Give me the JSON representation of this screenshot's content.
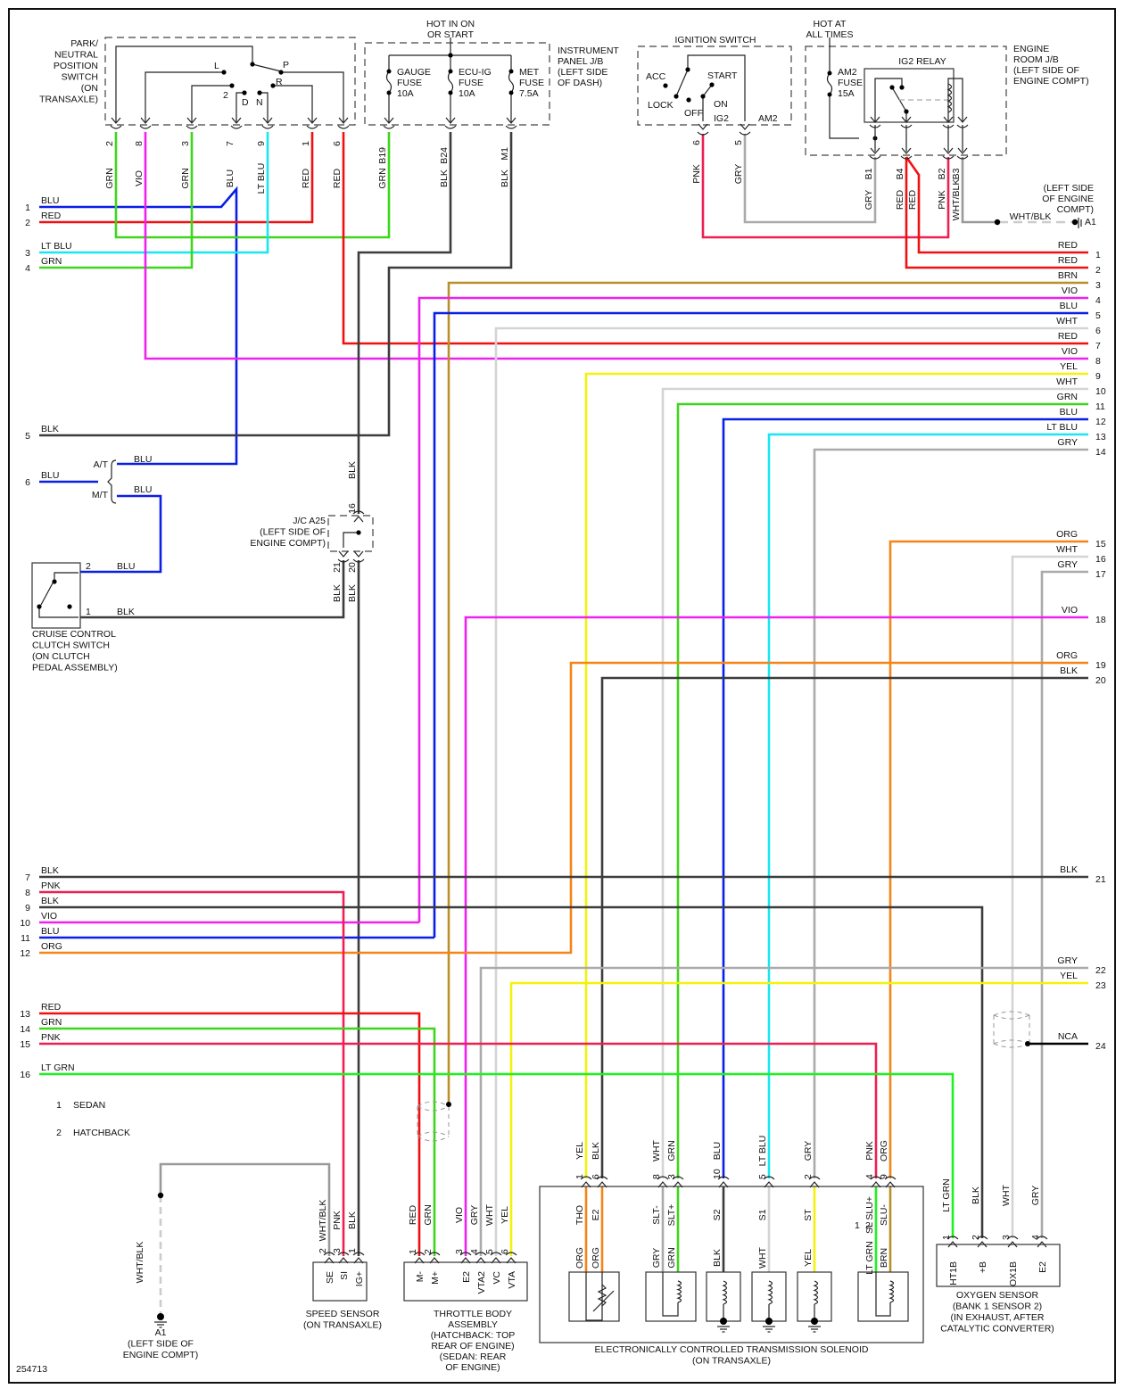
{
  "figure_id": "254713",
  "colors": {
    "BLU": "#0a1ee6",
    "RED": "#f01010",
    "GRN": "#3ed61c",
    "LT BLU": "#18e6f0",
    "VIO": "#ee22ee",
    "BRN": "#b8902a",
    "WHT": "#d4d4d4",
    "YEL": "#f2f20c",
    "BLK": "#3c3c3c",
    "GRY": "#aaaaaa",
    "PNK": "#ee1f52",
    "ORG": "#f58418",
    "LT GRN": "#1ef21e",
    "WHT/BLK": "#999999"
  },
  "components": {
    "pnp_switch": {
      "label": [
        "PARK/",
        "NEUTRAL",
        "POSITION",
        "SWITCH",
        "(ON",
        "TRANSAXLE)"
      ],
      "positions": [
        "P",
        "L",
        "R",
        "2",
        "D",
        "N"
      ]
    },
    "instrument_jb": {
      "hot": [
        "HOT IN ON",
        "OR START"
      ],
      "label": [
        "INSTRUMENT",
        "PANEL J/B",
        "(LEFT SIDE",
        "OF DASH)"
      ],
      "fuses": [
        {
          "name": [
            "GAUGE",
            "FUSE",
            "10A"
          ],
          "pin": "B19",
          "wire": "GRN"
        },
        {
          "name": [
            "ECU-IG",
            "FUSE",
            "10A"
          ],
          "pin": "B24",
          "wire": "BLK"
        },
        {
          "name": [
            "MET",
            "FUSE",
            "7.5A"
          ],
          "pin": "M1",
          "wire": "BLK"
        }
      ]
    },
    "ignition_switch": {
      "title": "IGNITION SWITCH",
      "positions": [
        "ACC",
        "START",
        "LOCK",
        "OFF",
        "ON"
      ],
      "terminals": [
        "IG2",
        "AM2"
      ]
    },
    "engine_room_jb": {
      "hot": [
        "HOT AT",
        "ALL TIMES"
      ],
      "label": [
        "ENGINE",
        "ROOM J/B",
        "(LEFT SIDE OF",
        "ENGINE COMPT)"
      ],
      "fuse": [
        "AM2",
        "FUSE",
        "15A"
      ],
      "relay": "IG2 RELAY"
    },
    "ground_a1_top": {
      "label": [
        "(LEFT SIDE",
        "OF ENGINE",
        "COMPT)"
      ],
      "wire": "WHT/BLK",
      "id": "A1"
    },
    "jc_a25": {
      "label": [
        "J/C A25",
        "(LEFT SIDE OF",
        "ENGINE COMPT)"
      ],
      "pins": [
        "16",
        "21",
        "20"
      ]
    },
    "cruise_switch": {
      "label": [
        "CRUISE CONTROL",
        "CLUTCH SWITCH",
        "(ON CLUTCH",
        "PEDAL ASSEMBLY)"
      ],
      "pins": [
        "2",
        "1"
      ],
      "wires": [
        "BLU",
        "BLK"
      ]
    },
    "at_mt": {
      "at": "A/T",
      "mt": "M/T"
    },
    "speed_sensor": {
      "label": [
        "SPEED SENSOR",
        "(ON TRANSAXLE)"
      ],
      "pins": [
        {
          "n": "2",
          "t": "SE",
          "w": "WHT/BLK"
        },
        {
          "n": "3",
          "t": "SI",
          "w": "PNK"
        },
        {
          "n": "1",
          "t": "IG+",
          "w": "BLK"
        }
      ]
    },
    "throttle_body": {
      "label": [
        "THROTTLE BODY",
        "ASSEMBLY",
        "(HATCHBACK: TOP",
        "REAR OF ENGINE)",
        "(SEDAN: REAR",
        "OF ENGINE)"
      ],
      "pins": [
        {
          "n": "1",
          "t": "M-",
          "w": "RED"
        },
        {
          "n": "2",
          "t": "M+",
          "w": "GRN"
        },
        {
          "n": "3",
          "t": "E2",
          "w": "VIO"
        },
        {
          "n": "4",
          "t": "VTA2",
          "w": "GRY"
        },
        {
          "n": "5",
          "t": "VC",
          "w": "WHT"
        },
        {
          "n": "6",
          "t": "VTA",
          "w": "YEL"
        }
      ]
    },
    "ect_solenoid": {
      "label": [
        "ELECTRONICALLY CONTROLLED TRANSMISSION SOLENOID",
        "(ON TRANSAXLE)"
      ],
      "pins": [
        {
          "n": "1",
          "w": "YEL",
          "t": "THO",
          "iw": "ORG"
        },
        {
          "n": "6",
          "w": "BLK",
          "t": "E2",
          "iw": "ORG"
        },
        {
          "n": "8",
          "w": "WHT",
          "t": "SLT-",
          "iw": "GRY"
        },
        {
          "n": "3",
          "w": "GRN",
          "t": "SLT+",
          "iw": "GRN"
        },
        {
          "n": "10",
          "w": "BLU",
          "t": "S2",
          "iw": "BLK"
        },
        {
          "n": "5",
          "w": "LT BLU",
          "t": "S1",
          "iw": "WHT"
        },
        {
          "n": "2",
          "w": "GRY",
          "t": "ST",
          "iw": "YEL"
        },
        {
          "n": "4",
          "w": "PNK",
          "t": "SL SLU+",
          "iw": "LT GRN"
        },
        {
          "n": "9",
          "w": "ORG",
          "t": "SLU-",
          "iw": "BRN"
        }
      ],
      "variant_marks": [
        "1",
        "2"
      ]
    },
    "oxygen_sensor": {
      "label": [
        "OXYGEN SENSOR",
        "(BANK 1 SENSOR 2)",
        "(IN EXHAUST, AFTER",
        "CATALYTIC CONVERTER)"
      ],
      "pins": [
        {
          "n": "1",
          "t": "HT1B",
          "w": "LT GRN"
        },
        {
          "n": "2",
          "t": "+B",
          "w": "BLK"
        },
        {
          "n": "3",
          "t": "OX1B",
          "w": "WHT"
        },
        {
          "n": "4",
          "t": "E2",
          "w": "GRY"
        }
      ]
    },
    "ground_a1_bottom": {
      "wire": "WHT/BLK",
      "label": [
        "A1",
        "(LEFT SIDE OF",
        "ENGINE COMPT)"
      ]
    }
  },
  "vertical_labels": {
    "pnp": [
      {
        "n": "2",
        "w": "GRN"
      },
      {
        "n": "8",
        "w": "VIO"
      },
      {
        "n": "3",
        "w": "GRN"
      },
      {
        "n": "7",
        "w": "BLU"
      },
      {
        "n": "9",
        "w": "LT BLU"
      },
      {
        "n": "1",
        "w": "RED"
      },
      {
        "n": "6",
        "w": "RED"
      }
    ],
    "ign": [
      {
        "n": "6",
        "w": "PNK"
      },
      {
        "n": "5",
        "w": "GRY"
      }
    ],
    "erjb": [
      {
        "n": "B1",
        "w": "GRY"
      },
      {
        "n": "B4",
        "w": "RED"
      },
      {
        "n": "",
        "w": "RED"
      },
      {
        "n": "B2",
        "w": "PNK"
      },
      {
        "n": "B3",
        "w": "WHT/BLK"
      }
    ],
    "jc": {
      "top": "BLK",
      "left": "BLK",
      "right": "BLK"
    }
  },
  "left_connector": [
    {
      "n": "1",
      "w": "BLU"
    },
    {
      "n": "2",
      "w": "RED"
    },
    {
      "n": "3",
      "w": "LT BLU"
    },
    {
      "n": "4",
      "w": "GRN"
    },
    {
      "n": "5",
      "w": "BLK"
    },
    {
      "n": "6",
      "w": "BLU"
    },
    {
      "n": "7",
      "w": "BLK"
    },
    {
      "n": "8",
      "w": "PNK"
    },
    {
      "n": "9",
      "w": "BLK"
    },
    {
      "n": "10",
      "w": "VIO"
    },
    {
      "n": "11",
      "w": "BLU"
    },
    {
      "n": "12",
      "w": "ORG"
    },
    {
      "n": "13",
      "w": "RED"
    },
    {
      "n": "14",
      "w": "GRN"
    },
    {
      "n": "15",
      "w": "PNK"
    },
    {
      "n": "16",
      "w": "LT GRN"
    }
  ],
  "right_connector": [
    {
      "n": "1",
      "w": "RED"
    },
    {
      "n": "2",
      "w": "RED"
    },
    {
      "n": "3",
      "w": "BRN"
    },
    {
      "n": "4",
      "w": "VIO"
    },
    {
      "n": "5",
      "w": "BLU"
    },
    {
      "n": "6",
      "w": "WHT"
    },
    {
      "n": "7",
      "w": "RED"
    },
    {
      "n": "8",
      "w": "VIO"
    },
    {
      "n": "9",
      "w": "YEL"
    },
    {
      "n": "10",
      "w": "WHT"
    },
    {
      "n": "11",
      "w": "GRN"
    },
    {
      "n": "12",
      "w": "BLU"
    },
    {
      "n": "13",
      "w": "LT BLU"
    },
    {
      "n": "14",
      "w": "GRY"
    },
    {
      "n": "15",
      "w": "ORG"
    },
    {
      "n": "16",
      "w": "WHT"
    },
    {
      "n": "17",
      "w": "GRY"
    },
    {
      "n": "18",
      "w": "VIO"
    },
    {
      "n": "19",
      "w": "ORG"
    },
    {
      "n": "20",
      "w": "BLK"
    },
    {
      "n": "21",
      "w": "BLK"
    },
    {
      "n": "22",
      "w": "GRY"
    },
    {
      "n": "23",
      "w": "YEL"
    },
    {
      "n": "24",
      "w": "NCA"
    }
  ],
  "legend": [
    {
      "n": "1",
      "t": "SEDAN"
    },
    {
      "n": "2",
      "t": "HATCHBACK"
    }
  ]
}
